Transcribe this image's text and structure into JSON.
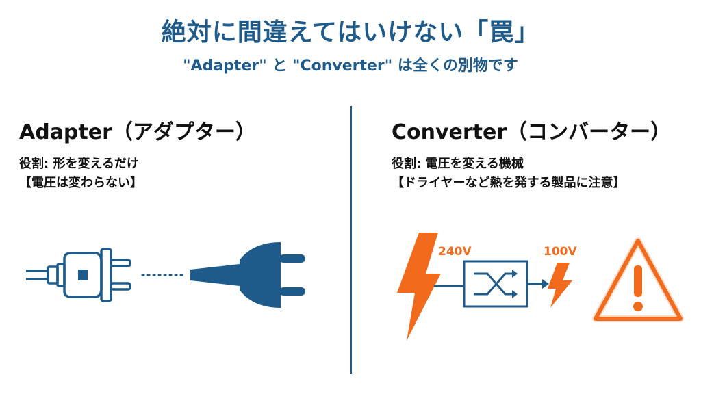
{
  "header": {
    "title": "絶対に間違えてはいけない「罠」",
    "subtitle": "\"Adapter\" と \"Converter\" は全くの別物です"
  },
  "adapter": {
    "heading": "Adapter（アダプター）",
    "role": "役割: 形を変えるだけ",
    "note": "【電圧は変わらない】"
  },
  "converter": {
    "heading": "Converter（コンバーター）",
    "role": "役割: 電圧を変える機械",
    "note": "【ドライヤーなど熱を発する製品に注意】",
    "input_voltage": "240V",
    "output_voltage": "100V"
  },
  "icons": {
    "plug_a": "type-a-plug-icon",
    "plug_c": "type-c-plug-icon",
    "bolt": "lightning-bolt-icon",
    "converter_box": "shuffle-icon",
    "warning": "warning-triangle-icon"
  },
  "colors": {
    "primary": "#1f5b8a",
    "warning": "#f26b1d",
    "text": "#111111"
  }
}
